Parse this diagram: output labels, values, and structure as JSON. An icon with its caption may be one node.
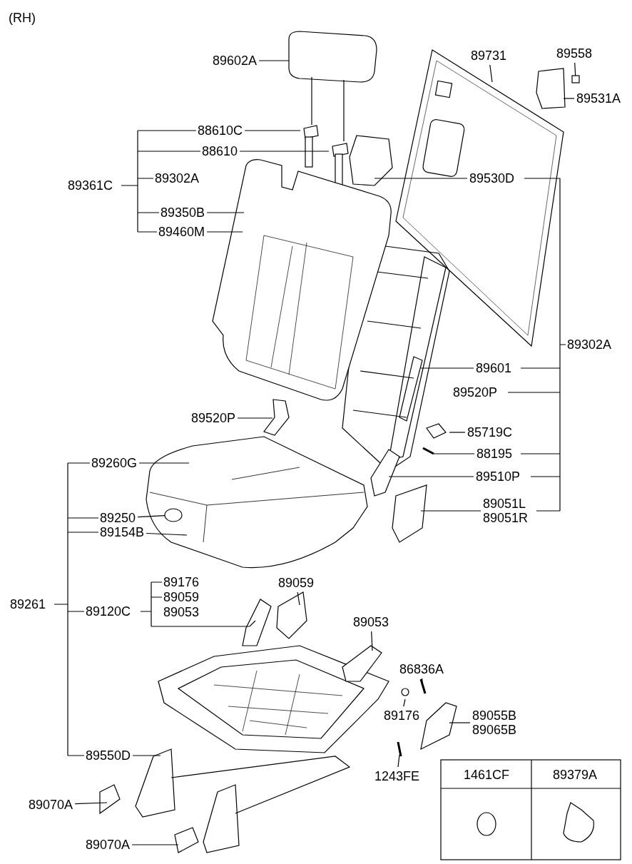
{
  "diagram": {
    "nodes": [
      {
        "text": [
          "89602A"
        ]
      },
      {
        "text": [
          "89731"
        ]
      },
      {
        "text": [
          "89558"
        ]
      },
      {
        "text": [
          "89531A"
        ]
      },
      {
        "text": [
          "88610C"
        ]
      },
      {
        "text": [
          "88610"
        ]
      },
      {
        "text": [
          "89530D"
        ]
      },
      {
        "text": [
          "89350B"
        ]
      },
      {
        "text": [
          "89460M"
        ]
      },
      {
        "text": [
          "89601"
        ]
      },
      {
        "text": [
          "89520P"
        ]
      },
      {
        "text": [
          "85719C"
        ]
      },
      {
        "text": [
          "88195"
        ]
      },
      {
        "text": [
          "89260G"
        ]
      },
      {
        "text": [
          "89510P"
        ]
      },
      {
        "text": [
          "89250"
        ]
      },
      {
        "text": [
          "89051L",
          "89051R"
        ]
      },
      {
        "text": [
          "89154B"
        ]
      },
      {
        "text": [
          "89059"
        ]
      },
      {
        "text": [
          "89053"
        ]
      },
      {
        "text": [
          "86836A"
        ]
      },
      {
        "text": [
          "89176"
        ]
      },
      {
        "text": [
          "89055B",
          "89065B"
        ]
      },
      {
        "text": [
          "89550D"
        ]
      },
      {
        "text": [
          "1243FE"
        ]
      },
      {
        "text": [
          "89070A"
        ]
      },
      {
        "text": [
          "89070A"
        ]
      },
      {
        "text": [],
        "shape": "box"
      },
      {
        "text": [],
        "shape": "circle"
      }
    ],
    "edges": [
      {
        "from": 0,
        "to": null,
        "arrow": "none"
      },
      {
        "from": 1,
        "to": null,
        "arrow": "none"
      },
      {
        "from": 2,
        "to": 27,
        "arrow": "none"
      },
      {
        "from": 3,
        "to": null,
        "arrow": "none"
      },
      {
        "from": 4,
        "to": null,
        "arrow": "none"
      },
      {
        "from": 5,
        "to": null,
        "arrow": "none"
      },
      {
        "from": 6,
        "to": null,
        "arrow": "none"
      },
      {
        "from": 7,
        "to": null,
        "arrow": "none"
      },
      {
        "from": 8,
        "to": null,
        "arrow": "none"
      },
      {
        "from": 9,
        "to": null,
        "arrow": "none"
      },
      {
        "from": 10,
        "to": null,
        "arrow": "none"
      },
      {
        "from": 11,
        "to": null,
        "arrow": "none"
      },
      {
        "from": 12,
        "to": null,
        "arrow": "none"
      },
      {
        "from": 13,
        "to": null,
        "arrow": "none"
      },
      {
        "from": 14,
        "to": null,
        "arrow": "none"
      },
      {
        "from": 15,
        "to": 28,
        "arrow": "none"
      },
      {
        "from": 16,
        "to": null,
        "arrow": "none"
      },
      {
        "from": 17,
        "to": null,
        "arrow": "none"
      },
      {
        "from": 18,
        "to": null,
        "arrow": "none"
      },
      {
        "from": 19,
        "to": null,
        "arrow": "none"
      },
      {
        "from": 20,
        "to": null,
        "arrow": "none"
      },
      {
        "from": 21,
        "to": null,
        "arrow": "none"
      },
      {
        "from": 22,
        "to": null,
        "arrow": "none"
      },
      {
        "from": 23,
        "to": null,
        "arrow": "none"
      },
      {
        "from": 24,
        "to": null,
        "arrow": "none"
      },
      {
        "from": 25,
        "to": null,
        "arrow": "none"
      },
      {
        "from": 26,
        "to": null,
        "arrow": "none"
      }
    ],
    "labels": [
      "(RH)",
      "89361C",
      "89302A",
      "89302A",
      "89520P",
      "89261",
      "89176",
      "89059",
      "89053",
      "89120C",
      "1461CF",
      "89379A"
    ]
  }
}
